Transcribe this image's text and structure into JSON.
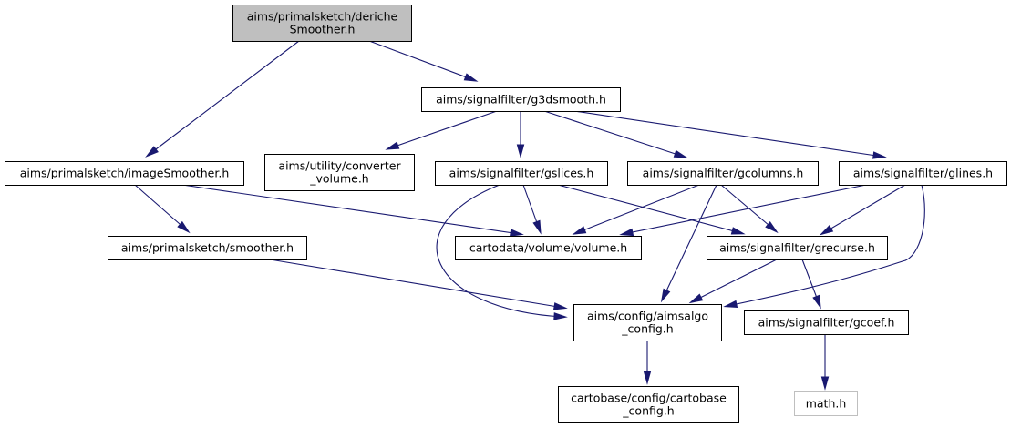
{
  "graph": {
    "nodes": [
      {
        "id": "deriche",
        "lines": [
          "aims/primalsketch/deriche",
          "Smoother.h"
        ],
        "root": true
      },
      {
        "id": "g3dsmooth",
        "lines": [
          "aims/signalfilter/g3dsmooth.h"
        ]
      },
      {
        "id": "imageSmoother",
        "lines": [
          "aims/primalsketch/imageSmoother.h"
        ]
      },
      {
        "id": "converter",
        "lines": [
          "aims/utility/converter",
          "_volume.h"
        ]
      },
      {
        "id": "gslices",
        "lines": [
          "aims/signalfilter/gslices.h"
        ]
      },
      {
        "id": "gcolumns",
        "lines": [
          "aims/signalfilter/gcolumns.h"
        ]
      },
      {
        "id": "glines",
        "lines": [
          "aims/signalfilter/glines.h"
        ]
      },
      {
        "id": "smoother",
        "lines": [
          "aims/primalsketch/smoother.h"
        ]
      },
      {
        "id": "volume",
        "lines": [
          "cartodata/volume/volume.h"
        ]
      },
      {
        "id": "grecurse",
        "lines": [
          "aims/signalfilter/grecurse.h"
        ]
      },
      {
        "id": "aimsalgo",
        "lines": [
          "aims/config/aimsalgo",
          "_config.h"
        ]
      },
      {
        "id": "gcoef",
        "lines": [
          "aims/signalfilter/gcoef.h"
        ]
      },
      {
        "id": "cartobase",
        "lines": [
          "cartobase/config/cartobase",
          "_config.h"
        ]
      },
      {
        "id": "math",
        "lines": [
          "math.h"
        ],
        "external": true
      }
    ],
    "edges": [
      [
        "deriche",
        "g3dsmooth"
      ],
      [
        "deriche",
        "imageSmoother"
      ],
      [
        "g3dsmooth",
        "converter"
      ],
      [
        "g3dsmooth",
        "gslices"
      ],
      [
        "g3dsmooth",
        "gcolumns"
      ],
      [
        "g3dsmooth",
        "glines"
      ],
      [
        "imageSmoother",
        "smoother"
      ],
      [
        "imageSmoother",
        "volume"
      ],
      [
        "gslices",
        "volume"
      ],
      [
        "gslices",
        "grecurse"
      ],
      [
        "gslices",
        "aimsalgo"
      ],
      [
        "gcolumns",
        "volume"
      ],
      [
        "gcolumns",
        "grecurse"
      ],
      [
        "gcolumns",
        "aimsalgo"
      ],
      [
        "glines",
        "volume"
      ],
      [
        "glines",
        "grecurse"
      ],
      [
        "glines",
        "aimsalgo"
      ],
      [
        "smoother",
        "aimsalgo"
      ],
      [
        "grecurse",
        "aimsalgo"
      ],
      [
        "grecurse",
        "gcoef"
      ],
      [
        "aimsalgo",
        "cartobase"
      ],
      [
        "gcoef",
        "math"
      ]
    ]
  }
}
